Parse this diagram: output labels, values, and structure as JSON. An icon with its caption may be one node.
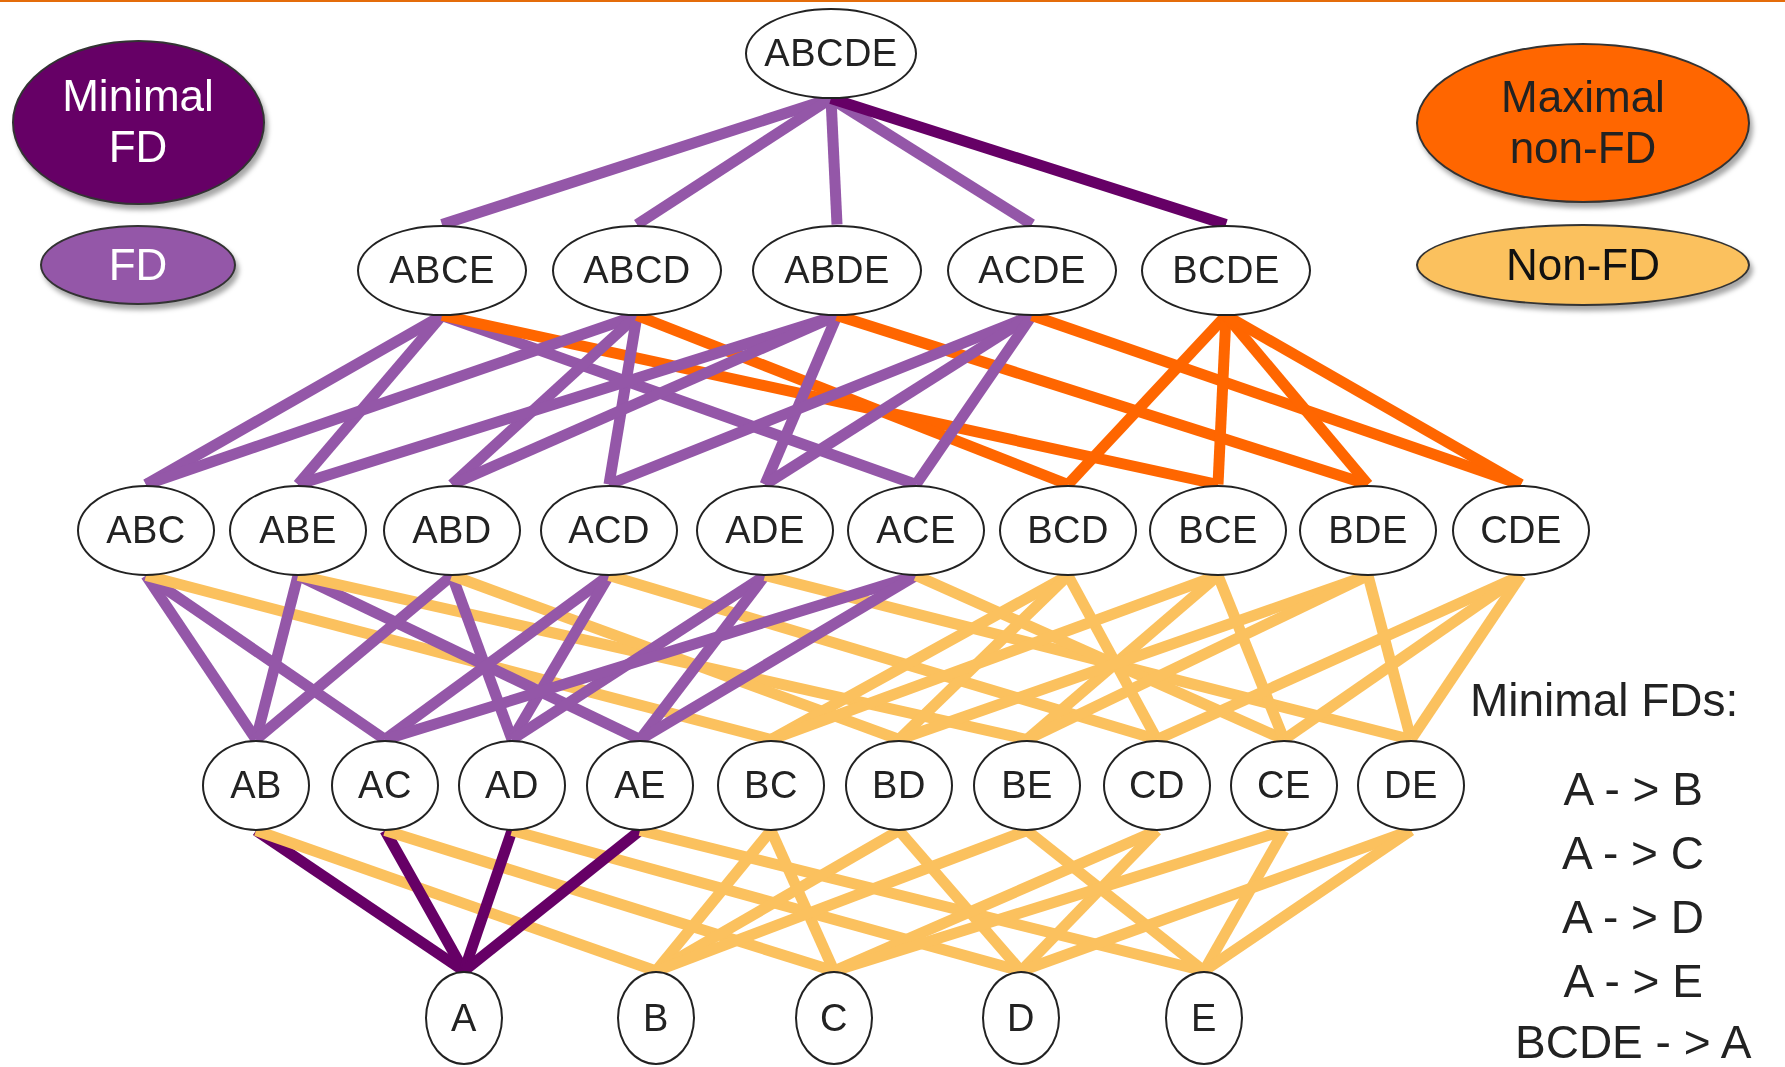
{
  "diagram": {
    "nodes": [
      {
        "text": [
          "ABCDE"
        ]
      },
      {
        "text": [
          "ABCE"
        ]
      },
      {
        "text": [
          "ABCD"
        ]
      },
      {
        "text": [
          "ABDE"
        ]
      },
      {
        "text": [
          "ACDE"
        ]
      },
      {
        "text": [
          "BCDE"
        ]
      },
      {
        "text": [
          "ABC"
        ]
      },
      {
        "text": [
          "ABE"
        ]
      },
      {
        "text": [
          "ABD"
        ]
      },
      {
        "text": [
          "ACD"
        ]
      },
      {
        "text": [
          "ADE"
        ]
      },
      {
        "text": [
          "ACE"
        ]
      },
      {
        "text": [
          "BCD"
        ]
      },
      {
        "text": [
          "BCE"
        ]
      },
      {
        "text": [
          "BDE"
        ]
      },
      {
        "text": [
          "CDE"
        ]
      },
      {
        "text": [
          "AB"
        ]
      },
      {
        "text": [
          "AC"
        ]
      },
      {
        "text": [
          "AD"
        ]
      },
      {
        "text": [
          "AE"
        ]
      },
      {
        "text": [
          "BC"
        ]
      },
      {
        "text": [
          "BD"
        ]
      },
      {
        "text": [
          "BE"
        ]
      },
      {
        "text": [
          "CD"
        ]
      },
      {
        "text": [
          "CE"
        ]
      },
      {
        "text": [
          "DE"
        ]
      },
      {
        "text": [
          "A"
        ]
      },
      {
        "text": [
          "B"
        ]
      },
      {
        "text": [
          "C"
        ]
      },
      {
        "text": [
          "D"
        ]
      },
      {
        "text": [
          "E"
        ]
      }
    ],
    "edges": [
      {
        "from": 0,
        "to": 1,
        "arrow": "none",
        "color": "#9457a8"
      },
      {
        "from": 0,
        "to": 2,
        "arrow": "none",
        "color": "#9457a8"
      },
      {
        "from": 0,
        "to": 3,
        "arrow": "none",
        "color": "#9457a8"
      },
      {
        "from": 0,
        "to": 4,
        "arrow": "none",
        "color": "#9457a8"
      },
      {
        "from": 0,
        "to": 5,
        "arrow": "none",
        "color": "#660066"
      },
      {
        "from": 1,
        "to": 6,
        "arrow": "none",
        "color": "#9457a8"
      },
      {
        "from": 1,
        "to": 7,
        "arrow": "none",
        "color": "#9457a8"
      },
      {
        "from": 1,
        "to": 11,
        "arrow": "none",
        "color": "#9457a8"
      },
      {
        "from": 1,
        "to": 13,
        "arrow": "none",
        "color": "#ff6600"
      },
      {
        "from": 2,
        "to": 6,
        "arrow": "none",
        "color": "#9457a8"
      },
      {
        "from": 2,
        "to": 8,
        "arrow": "none",
        "color": "#9457a8"
      },
      {
        "from": 2,
        "to": 9,
        "arrow": "none",
        "color": "#9457a8"
      },
      {
        "from": 2,
        "to": 12,
        "arrow": "none",
        "color": "#ff6600"
      },
      {
        "from": 3,
        "to": 7,
        "arrow": "none",
        "color": "#9457a8"
      },
      {
        "from": 3,
        "to": 8,
        "arrow": "none",
        "color": "#9457a8"
      },
      {
        "from": 3,
        "to": 10,
        "arrow": "none",
        "color": "#9457a8"
      },
      {
        "from": 3,
        "to": 14,
        "arrow": "none",
        "color": "#ff6600"
      },
      {
        "from": 4,
        "to": 9,
        "arrow": "none",
        "color": "#9457a8"
      },
      {
        "from": 4,
        "to": 10,
        "arrow": "none",
        "color": "#9457a8"
      },
      {
        "from": 4,
        "to": 11,
        "arrow": "none",
        "color": "#9457a8"
      },
      {
        "from": 4,
        "to": 15,
        "arrow": "none",
        "color": "#ff6600"
      },
      {
        "from": 5,
        "to": 12,
        "arrow": "none",
        "color": "#ff6600"
      },
      {
        "from": 5,
        "to": 13,
        "arrow": "none",
        "color": "#ff6600"
      },
      {
        "from": 5,
        "to": 14,
        "arrow": "none",
        "color": "#ff6600"
      },
      {
        "from": 5,
        "to": 15,
        "arrow": "none",
        "color": "#ff6600"
      },
      {
        "from": 6,
        "to": 16,
        "arrow": "none",
        "color": "#9457a8"
      },
      {
        "from": 6,
        "to": 17,
        "arrow": "none",
        "color": "#9457a8"
      },
      {
        "from": 6,
        "to": 20,
        "arrow": "none"
      },
      {
        "from": 7,
        "to": 16,
        "arrow": "none",
        "color": "#9457a8"
      },
      {
        "from": 7,
        "to": 19,
        "arrow": "none",
        "color": "#9457a8"
      },
      {
        "from": 7,
        "to": 22,
        "arrow": "none"
      },
      {
        "from": 8,
        "to": 16,
        "arrow": "none",
        "color": "#9457a8"
      },
      {
        "from": 8,
        "to": 18,
        "arrow": "none",
        "color": "#9457a8"
      },
      {
        "from": 8,
        "to": 21,
        "arrow": "none"
      },
      {
        "from": 9,
        "to": 17,
        "arrow": "none",
        "color": "#9457a8"
      },
      {
        "from": 9,
        "to": 18,
        "arrow": "none",
        "color": "#9457a8"
      },
      {
        "from": 9,
        "to": 23,
        "arrow": "none"
      },
      {
        "from": 10,
        "to": 18,
        "arrow": "none",
        "color": "#9457a8"
      },
      {
        "from": 10,
        "to": 19,
        "arrow": "none",
        "color": "#9457a8"
      },
      {
        "from": 10,
        "to": 25,
        "arrow": "none"
      },
      {
        "from": 11,
        "to": 17,
        "arrow": "none",
        "color": "#9457a8"
      },
      {
        "from": 11,
        "to": 19,
        "arrow": "none",
        "color": "#9457a8"
      },
      {
        "from": 11,
        "to": 24,
        "arrow": "none"
      },
      {
        "from": 12,
        "to": 20,
        "arrow": "none"
      },
      {
        "from": 12,
        "to": 21,
        "arrow": "none"
      },
      {
        "from": 12,
        "to": 23,
        "arrow": "none"
      },
      {
        "from": 13,
        "to": 20,
        "arrow": "none"
      },
      {
        "from": 13,
        "to": 22,
        "arrow": "none"
      },
      {
        "from": 13,
        "to": 24,
        "arrow": "none"
      },
      {
        "from": 14,
        "to": 21,
        "arrow": "none"
      },
      {
        "from": 14,
        "to": 22,
        "arrow": "none"
      },
      {
        "from": 14,
        "to": 25,
        "arrow": "none"
      },
      {
        "from": 15,
        "to": 23,
        "arrow": "none"
      },
      {
        "from": 15,
        "to": 24,
        "arrow": "none"
      },
      {
        "from": 15,
        "to": 25,
        "arrow": "none"
      },
      {
        "from": 16,
        "to": 26,
        "arrow": "none",
        "color": "#660066"
      },
      {
        "from": 16,
        "to": 27,
        "arrow": "none"
      },
      {
        "from": 17,
        "to": 26,
        "arrow": "none",
        "color": "#660066"
      },
      {
        "from": 17,
        "to": 28,
        "arrow": "none"
      },
      {
        "from": 18,
        "to": 26,
        "arrow": "none",
        "color": "#660066"
      },
      {
        "from": 18,
        "to": 29,
        "arrow": "none"
      },
      {
        "from": 19,
        "to": 26,
        "arrow": "none",
        "color": "#660066"
      },
      {
        "from": 19,
        "to": 30,
        "arrow": "none"
      },
      {
        "from": 20,
        "to": 27,
        "arrow": "none"
      },
      {
        "from": 20,
        "to": 28,
        "arrow": "none"
      },
      {
        "from": 21,
        "to": 27,
        "arrow": "none"
      },
      {
        "from": 21,
        "to": 29,
        "arrow": "none"
      },
      {
        "from": 22,
        "to": 27,
        "arrow": "none"
      },
      {
        "from": 22,
        "to": 30,
        "arrow": "none"
      },
      {
        "from": 23,
        "to": 28,
        "arrow": "none"
      },
      {
        "from": 23,
        "to": 29,
        "arrow": "none"
      },
      {
        "from": 24,
        "to": 28,
        "arrow": "none"
      },
      {
        "from": 24,
        "to": 30,
        "arrow": "none"
      },
      {
        "from": 25,
        "to": 29,
        "arrow": "none"
      },
      {
        "from": 25,
        "to": 30,
        "arrow": "none"
      }
    ],
    "labels": [
      "Minimal FDs:",
      "A - > B",
      "A - > C",
      "A - > D",
      "A - > E",
      "BCDE - > A"
    ],
    "legend": [
      {
        "text": "Minimal FD",
        "color": "#660066"
      },
      {
        "text": "FD",
        "color": "#9457a8"
      },
      {
        "text": "Maximal non-FD",
        "color": "#ff6600"
      },
      {
        "text": "Non-FD",
        "color": "#fbc15e"
      }
    ]
  }
}
